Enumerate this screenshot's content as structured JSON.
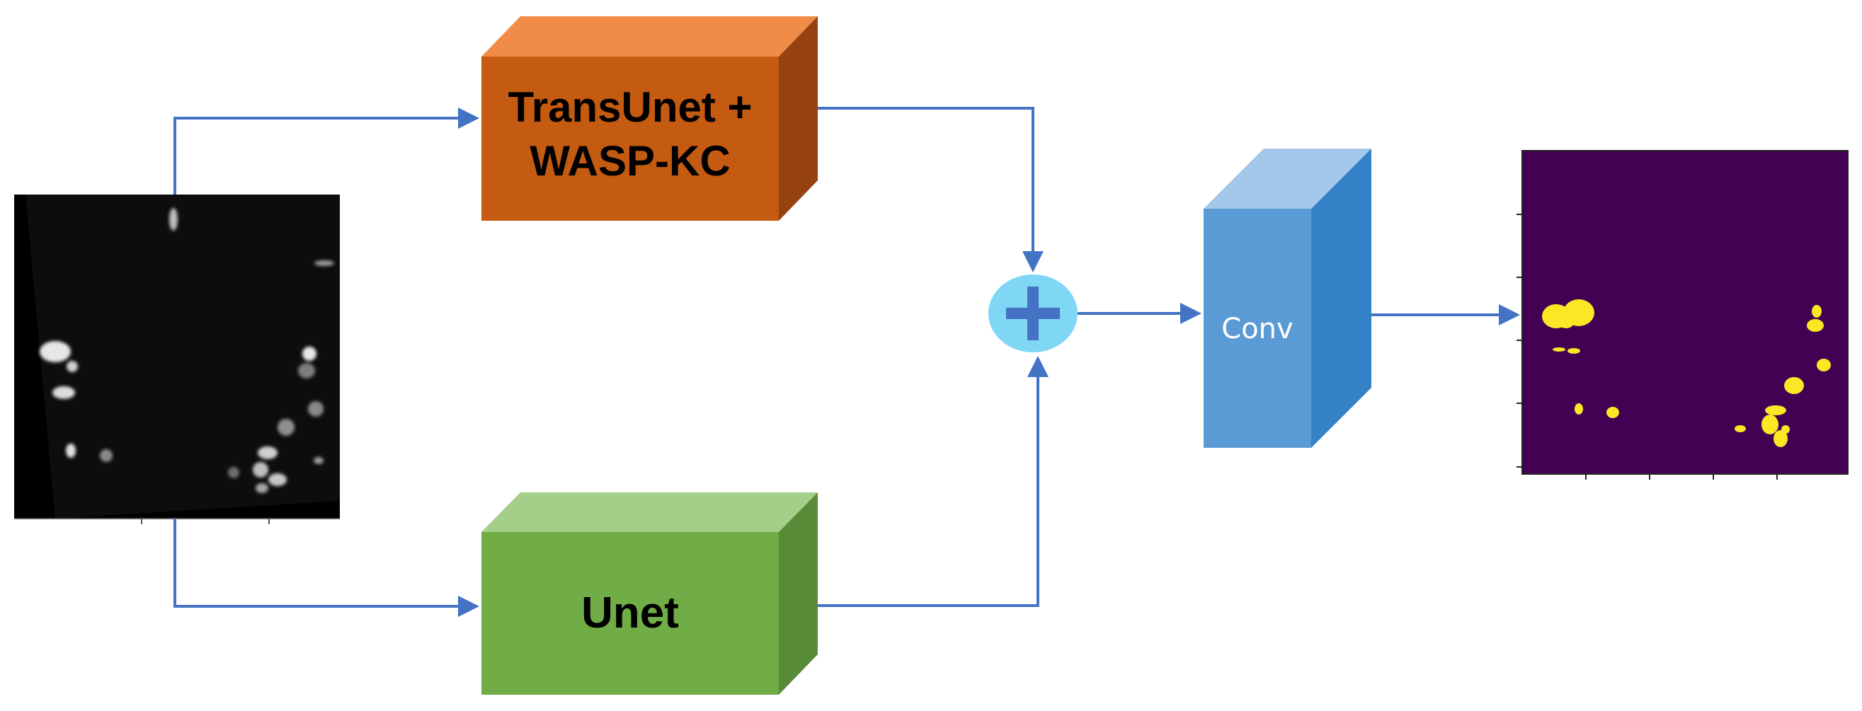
{
  "blocks": {
    "transunet": {
      "line1": "TransUnet +",
      "line2": "WASP-KC",
      "front_color": "#c55a11",
      "top_color": "#f08c47",
      "side_color": "#954110"
    },
    "unet": {
      "label": "Unet",
      "front_color": "#70ad47",
      "top_color": "#a4cf88",
      "side_color": "#588a38"
    },
    "conv": {
      "label": "Conv",
      "front_color": "#5b9bd5",
      "top_color": "#a3c8ea",
      "side_color": "#3481c8"
    }
  },
  "operators": {
    "add": {
      "symbol": "+",
      "fill": "#7fd6f5",
      "glyph_color": "#4472c4"
    }
  },
  "images": {
    "input": {
      "description_icon": "microscopy-input-image-icon",
      "background": "#0d0d0d"
    },
    "output": {
      "description_icon": "segmentation-mask-output-icon",
      "background": "#440154",
      "blob_color": "#fde725"
    }
  },
  "arrows": {
    "color": "#4472c4"
  }
}
